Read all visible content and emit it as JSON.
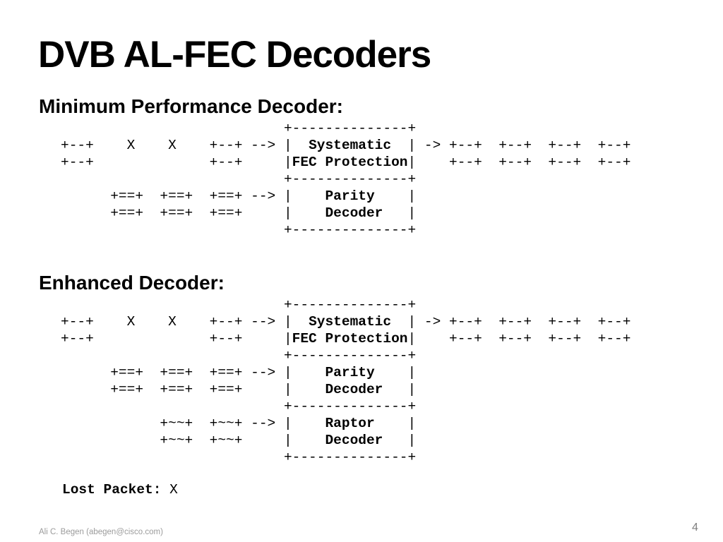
{
  "slide": {
    "title": "DVB AL-FEC Decoders",
    "footer_author": "Ali C. Begen (abegen@cisco.com)",
    "page_number": "4"
  },
  "sections": [
    {
      "heading": "Minimum Performance Decoder:",
      "diagram_lines": [
        "                           +--------------+",
        "+--+    X    X    +--+ --> |  Systematic  | -> +--+  +--+  +--+  +--+",
        "+--+              +--+     |FEC Protection|    +--+  +--+  +--+  +--+",
        "                           +--------------+",
        "      +==+  +==+  +==+ --> |    Parity    |",
        "      +==+  +==+  +==+     |    Decoder   |",
        "                           +--------------+"
      ]
    },
    {
      "heading": "Enhanced Decoder:",
      "diagram_lines": [
        "                           +--------------+",
        "+--+    X    X    +--+ --> |  Systematic  | -> +--+  +--+  +--+  +--+",
        "+--+              +--+     |FEC Protection|    +--+  +--+  +--+  +--+",
        "                           +--------------+",
        "      +==+  +==+  +==+ --> |    Parity    |",
        "      +==+  +==+  +==+     |    Decoder   |",
        "                           +--------------+",
        "            +~~+  +~~+ --> |    Raptor    |",
        "            +~~+  +~~+     |    Decoder   |",
        "                           +--------------+"
      ]
    }
  ],
  "ascii_bold_terms": [
    "Systematic",
    "FEC Protection",
    "Parity",
    "Decoder",
    "Raptor"
  ],
  "legend": {
    "label": "Lost Packet:",
    "symbol": "X"
  },
  "colors": {
    "background": "#ffffff",
    "text": "#000000",
    "footer_gray": "#9b9b9b",
    "page_number_gray": "#7f7f7f"
  }
}
